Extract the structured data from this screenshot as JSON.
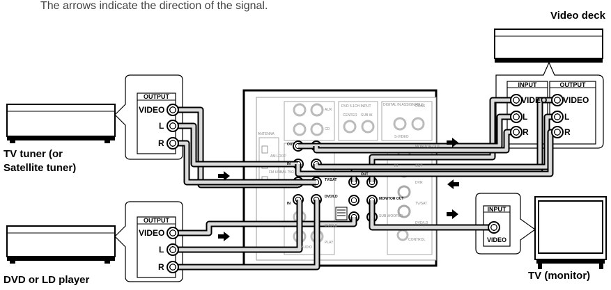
{
  "caption": "The arrows indicate the direction of the signal.",
  "devices": {
    "video_deck": "Video deck",
    "tv_tuner": "TV tuner (or\nSatellite tuner)",
    "dvd": "DVD or LD player",
    "tv_monitor": "TV (monitor)"
  },
  "panels": {
    "tv_tuner_output": {
      "header": "OUTPUT",
      "jacks": [
        "VIDEO",
        "L",
        "R"
      ]
    },
    "dvd_output": {
      "header": "OUTPUT",
      "jacks": [
        "VIDEO",
        "L",
        "R"
      ]
    },
    "deck_input": {
      "header": "INPUT",
      "jacks": [
        "VIDEO",
        "L",
        "R"
      ]
    },
    "deck_output": {
      "header": "OUTPUT",
      "jacks": [
        "VIDEO",
        "L",
        "R"
      ]
    },
    "tv_input": {
      "header": "INPUT",
      "jack": "VIDEO"
    }
  },
  "receiver": {
    "labels": [
      "AUX",
      "CD",
      "DVD 5.1CH INPUT",
      "CENTER",
      "SUB W.",
      "DIGITAL IN ASSIGNABLE",
      "COAX",
      "ANTENNA",
      "AM LOOP",
      "FM UNBAL 75Ω",
      "OUT",
      "IN",
      "S-VIDEO",
      "MONITOR OUT",
      "OUT",
      "IN",
      "DVR",
      "TV/SAT",
      "OUT",
      "DVD/LD",
      "MONITOR OUT",
      "SUB WOOFER",
      "TV/SAT",
      "DVD/LD",
      "DVD/LD",
      "CONTROL",
      "PLAY",
      "AUDIO",
      "IN"
    ]
  },
  "colors": {
    "cable": "#000000",
    "cable_fill": "#dcdcdc",
    "rear_jack": "#bbbbbb"
  }
}
